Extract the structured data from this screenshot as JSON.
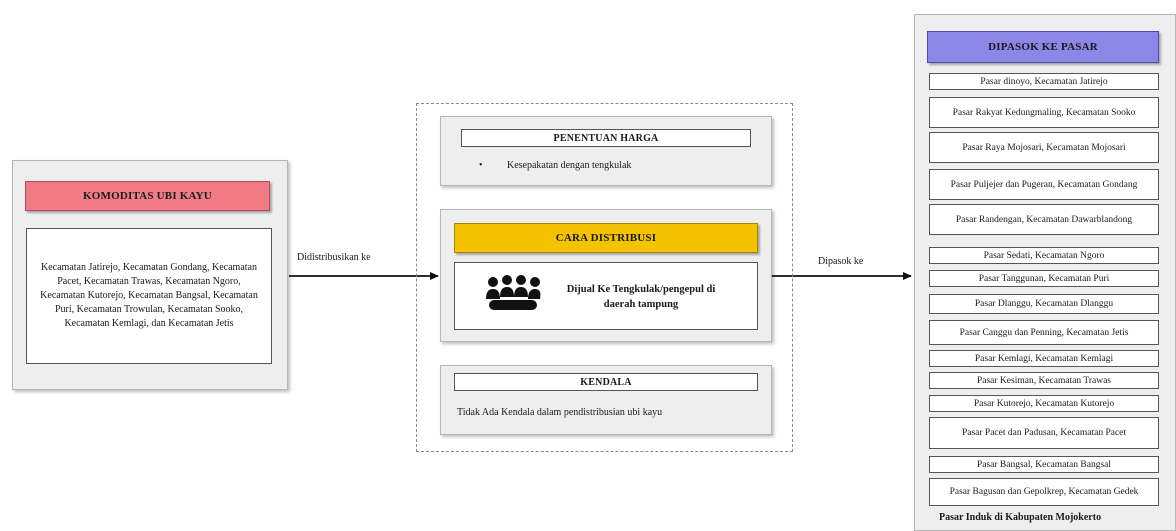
{
  "commodity": {
    "title": "KOMODITAS UBI KAYU",
    "regions": "Kecamatan Jatirejo, Kecamatan Gondang, Kecamatan Pacet, Kecamatan Trawas, Kecamatan Ngoro, Kecamatan Kutorejo, Kecamatan Bangsal, Kecamatan Puri, Kecamatan Trowulan, Kecamatan Sooko, Kecamatan Kemlagi, dan Kecamatan Jetis"
  },
  "edges": {
    "distributed_to": "Didistribusikan ke",
    "supplied_to": "Dipasok ke"
  },
  "pricing": {
    "title": "PENENTUAN HARGA",
    "bullet": "•",
    "item": "Kesepakatan dengan tengkulak"
  },
  "distribution": {
    "title": "CARA DISTRIBUSI",
    "text": "Dijual Ke Tengkulak/pengepul di daerah tampung",
    "icon": "group-people-icon"
  },
  "constraint": {
    "title": "KENDALA",
    "text": "Tidak Ada Kendala dalam pendistribusian ubi kayu"
  },
  "markets": {
    "title": "DIPASOK KE PASAR",
    "items": [
      "Pasar dinoyo, Kecamatan Jatirejo",
      "Pasar Rakyat Kedungmaling, Kecamatan Sooko",
      "Pasar Raya Mojosari, Kecamatan Mojosari",
      "Pasar Puljejer dan Pugeran, Kecamatan Gondang",
      "Pasar Randengan, Kecamatan Dawarblandong",
      "Pasar Sedati, Kecamatan Ngoro",
      "Pasar Tanggunan, Kecamatan Puri",
      "Pasar Dlanggu, Kecamatan Dlanggu",
      "Pasar Canggu dan Penning, Kecamatan Jetis",
      "Pasar Kemlagi, Kecamatan Kemlagi",
      "Pasar Kesiman, Kecamatan Trawas",
      "Pasar Kutorejo, Kecamatan Kutorejo",
      "Pasar Pacet dan Padusan, Kecamatan Pacet",
      "Pasar Bangsal, Kecamatan Bangsal",
      "Pasar Bagusan dan Gepolkrep, Kecamatan Gedek"
    ],
    "footer": "Pasar Induk di Kabupaten Mojokerto"
  },
  "colors": {
    "commodity_header": "#f27c86",
    "distribution_header": "#f3c200",
    "markets_header": "#8c86e6",
    "panel_bg": "#eeeeee"
  }
}
